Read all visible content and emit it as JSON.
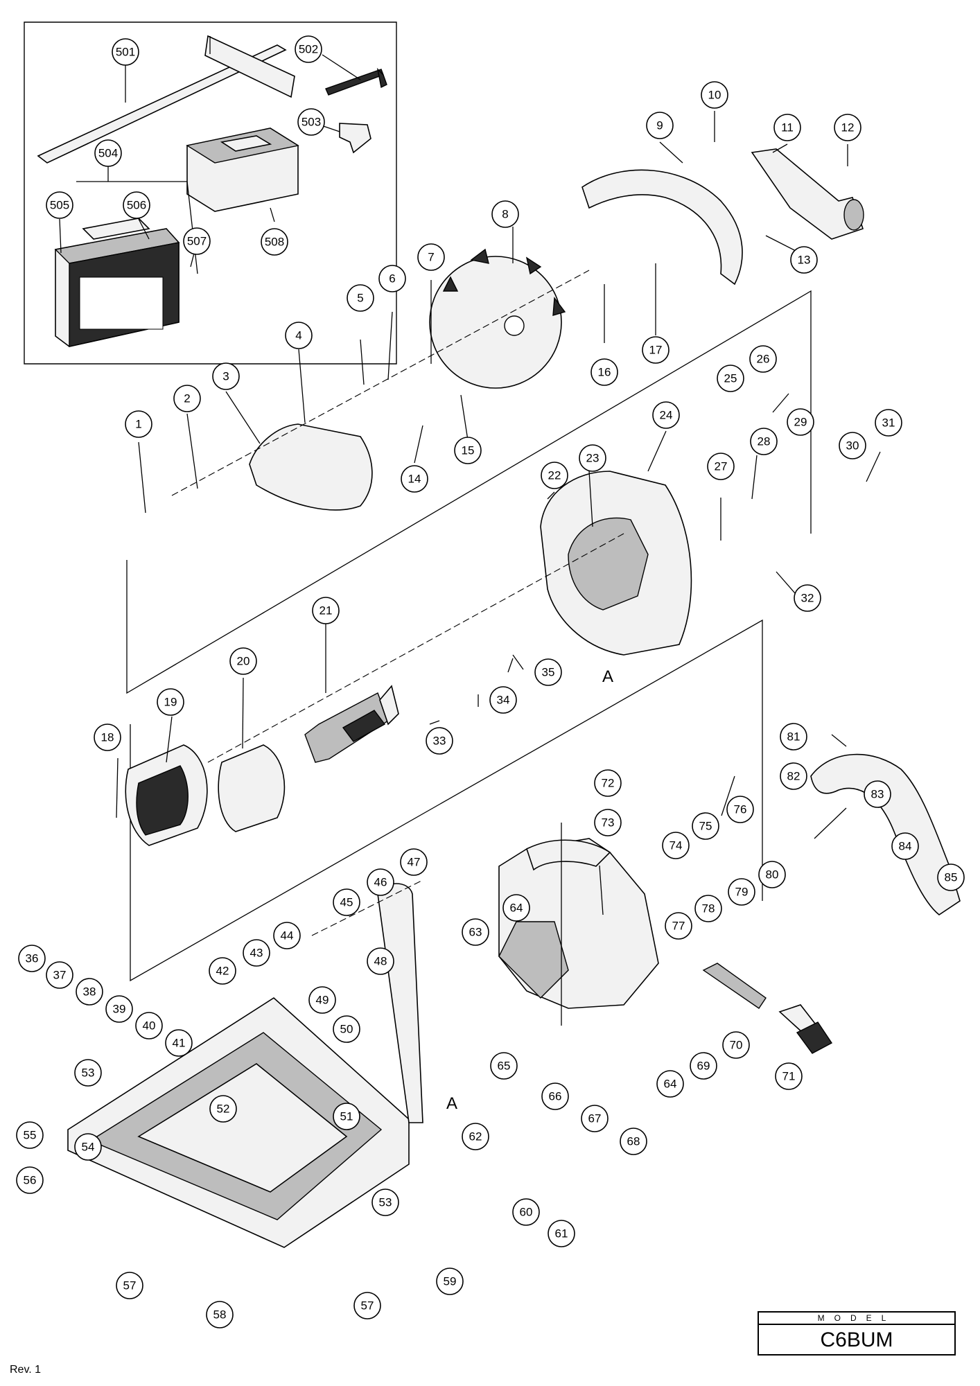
{
  "model": {
    "label": "MODEL",
    "value": "C6BUM"
  },
  "revision": "Rev. 1",
  "section_marker": "A",
  "callouts": [
    "501",
    "502",
    "503",
    "504",
    "505",
    "506",
    "507",
    "508",
    "1",
    "2",
    "3",
    "4",
    "5",
    "6",
    "7",
    "8",
    "9",
    "10",
    "11",
    "12",
    "13",
    "14",
    "15",
    "16",
    "17",
    "18",
    "19",
    "20",
    "21",
    "22",
    "23",
    "24",
    "25",
    "26",
    "27",
    "28",
    "29",
    "30",
    "31",
    "32",
    "33",
    "34",
    "35",
    "36",
    "37",
    "38",
    "39",
    "40",
    "41",
    "42",
    "43",
    "44",
    "45",
    "46",
    "47",
    "48",
    "49",
    "50",
    "51",
    "52",
    "53",
    "54",
    "55",
    "56",
    "57",
    "58",
    "59",
    "60",
    "61",
    "62",
    "63",
    "64",
    "65",
    "66",
    "67",
    "68",
    "69",
    "70",
    "71",
    "72",
    "73",
    "74",
    "75",
    "76",
    "77",
    "78",
    "79",
    "80",
    "81",
    "82",
    "83",
    "84",
    "85"
  ]
}
